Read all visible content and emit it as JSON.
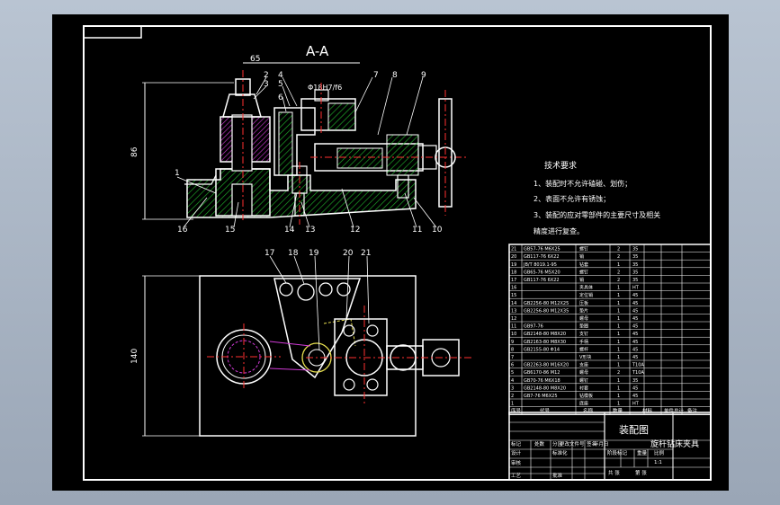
{
  "drawing": {
    "section_label": "A-A",
    "dimension_65": "65",
    "dimension_vertical_top": "86",
    "dimension_vertical_bottom": "140",
    "fit_note": "Φ18H7/f6",
    "balloons_front": [
      "1",
      "2",
      "3",
      "4",
      "5",
      "6",
      "7",
      "8",
      "9",
      "10",
      "11",
      "12",
      "13",
      "14",
      "15",
      "16"
    ],
    "balloons_top": [
      "17",
      "18",
      "19",
      "20",
      "21"
    ]
  },
  "tech_requirements": {
    "heading": "技术要求",
    "items": [
      "1、装配时不允许磕碰、划伤；",
      "2、表面不允许有锈蚀；",
      "3、装配的应对零部件的主要尺寸及相关",
      "精度进行复查。"
    ]
  },
  "parts_list": {
    "rows": [
      {
        "no": "21",
        "code": "GB57-76 M6X25",
        "name": "螺钉",
        "qty": "2",
        "mat": "35"
      },
      {
        "no": "20",
        "code": "GB117-76 6X22",
        "name": "销",
        "qty": "2",
        "mat": "35"
      },
      {
        "no": "19",
        "code": "JB/T 8019.1-95",
        "name": "钻套",
        "qty": "1",
        "mat": "35"
      },
      {
        "no": "18",
        "code": "GB65-76 M5X20",
        "name": "螺钉",
        "qty": "2",
        "mat": "35"
      },
      {
        "no": "17",
        "code": "GB117-76 6X22",
        "name": "销",
        "qty": "2",
        "mat": "35"
      },
      {
        "no": "16",
        "code": "",
        "name": "夹具体",
        "qty": "1",
        "mat": "HT"
      },
      {
        "no": "15",
        "code": "",
        "name": "定位销",
        "qty": "1",
        "mat": "45"
      },
      {
        "no": "14",
        "code": "GB2256-80 M12X25",
        "name": "压板",
        "qty": "1",
        "mat": "45"
      },
      {
        "no": "13",
        "code": "GB2256-80 M12X35",
        "name": "垫片",
        "qty": "1",
        "mat": "45"
      },
      {
        "no": "12",
        "code": "",
        "name": "螺母",
        "qty": "1",
        "mat": "45"
      },
      {
        "no": "11",
        "code": "GB97-76",
        "name": "垫圈",
        "qty": "1",
        "mat": "45"
      },
      {
        "no": "10",
        "code": "GB2148-80 M8X20",
        "name": "支钉",
        "qty": "1",
        "mat": "45"
      },
      {
        "no": "9",
        "code": "GB2163-80 M8X30",
        "name": "手柄",
        "qty": "1",
        "mat": "45"
      },
      {
        "no": "8",
        "code": "GB2155-80 Φ14",
        "name": "螺杆",
        "qty": "1",
        "mat": "45"
      },
      {
        "no": "7",
        "code": "",
        "name": "V形块",
        "qty": "1",
        "mat": "45"
      },
      {
        "no": "6",
        "code": "GB2263-80 M16X20",
        "name": "支座",
        "qty": "1",
        "mat": "T10A"
      },
      {
        "no": "5",
        "code": "GB6170-86 M12",
        "name": "螺母",
        "qty": "2",
        "mat": "T10A"
      },
      {
        "no": "4",
        "code": "GB70-76 M6X18",
        "name": "螺钉",
        "qty": "1",
        "mat": "35"
      },
      {
        "no": "3",
        "code": "GB2148-80 M8X20",
        "name": "衬套",
        "qty": "1",
        "mat": "45"
      },
      {
        "no": "2",
        "code": "GB7-76 M6X25",
        "name": "钻模板",
        "qty": "1",
        "mat": "45"
      },
      {
        "no": "1",
        "code": "",
        "name": "底座",
        "qty": "1",
        "mat": "HT"
      }
    ],
    "header": {
      "no": "序号",
      "code": "代号",
      "name": "名称",
      "qty": "数量",
      "mat": "材料",
      "weight": "单件总计",
      "note": "备注"
    }
  },
  "title_block": {
    "drawing_title": "装配图",
    "product_name": "旋杆钻床夹具",
    "labels": {
      "mark": "标记",
      "count": "处数",
      "zone": "分区",
      "doc": "更改文件号",
      "sign": "签名",
      "date": "年月日",
      "design": "设计",
      "std": "标准化",
      "stage": "阶段标记",
      "weight": "重量",
      "scale": "比例",
      "check": "审核",
      "process": "工艺",
      "approve": "批准",
      "sheet_total": "共 张",
      "sheet_no": "第 张",
      "scale_value": "1:1"
    }
  },
  "colors": {
    "background": "#000000",
    "frame": "#ffffff",
    "part_outline": "#ffffff",
    "centerline": "#ff3030",
    "hatch_green": "#1fae2a",
    "hatch_magenta": "#d23bd8",
    "cyan_dim": "#4ee0e0",
    "yellow_leader": "#e8e050"
  }
}
